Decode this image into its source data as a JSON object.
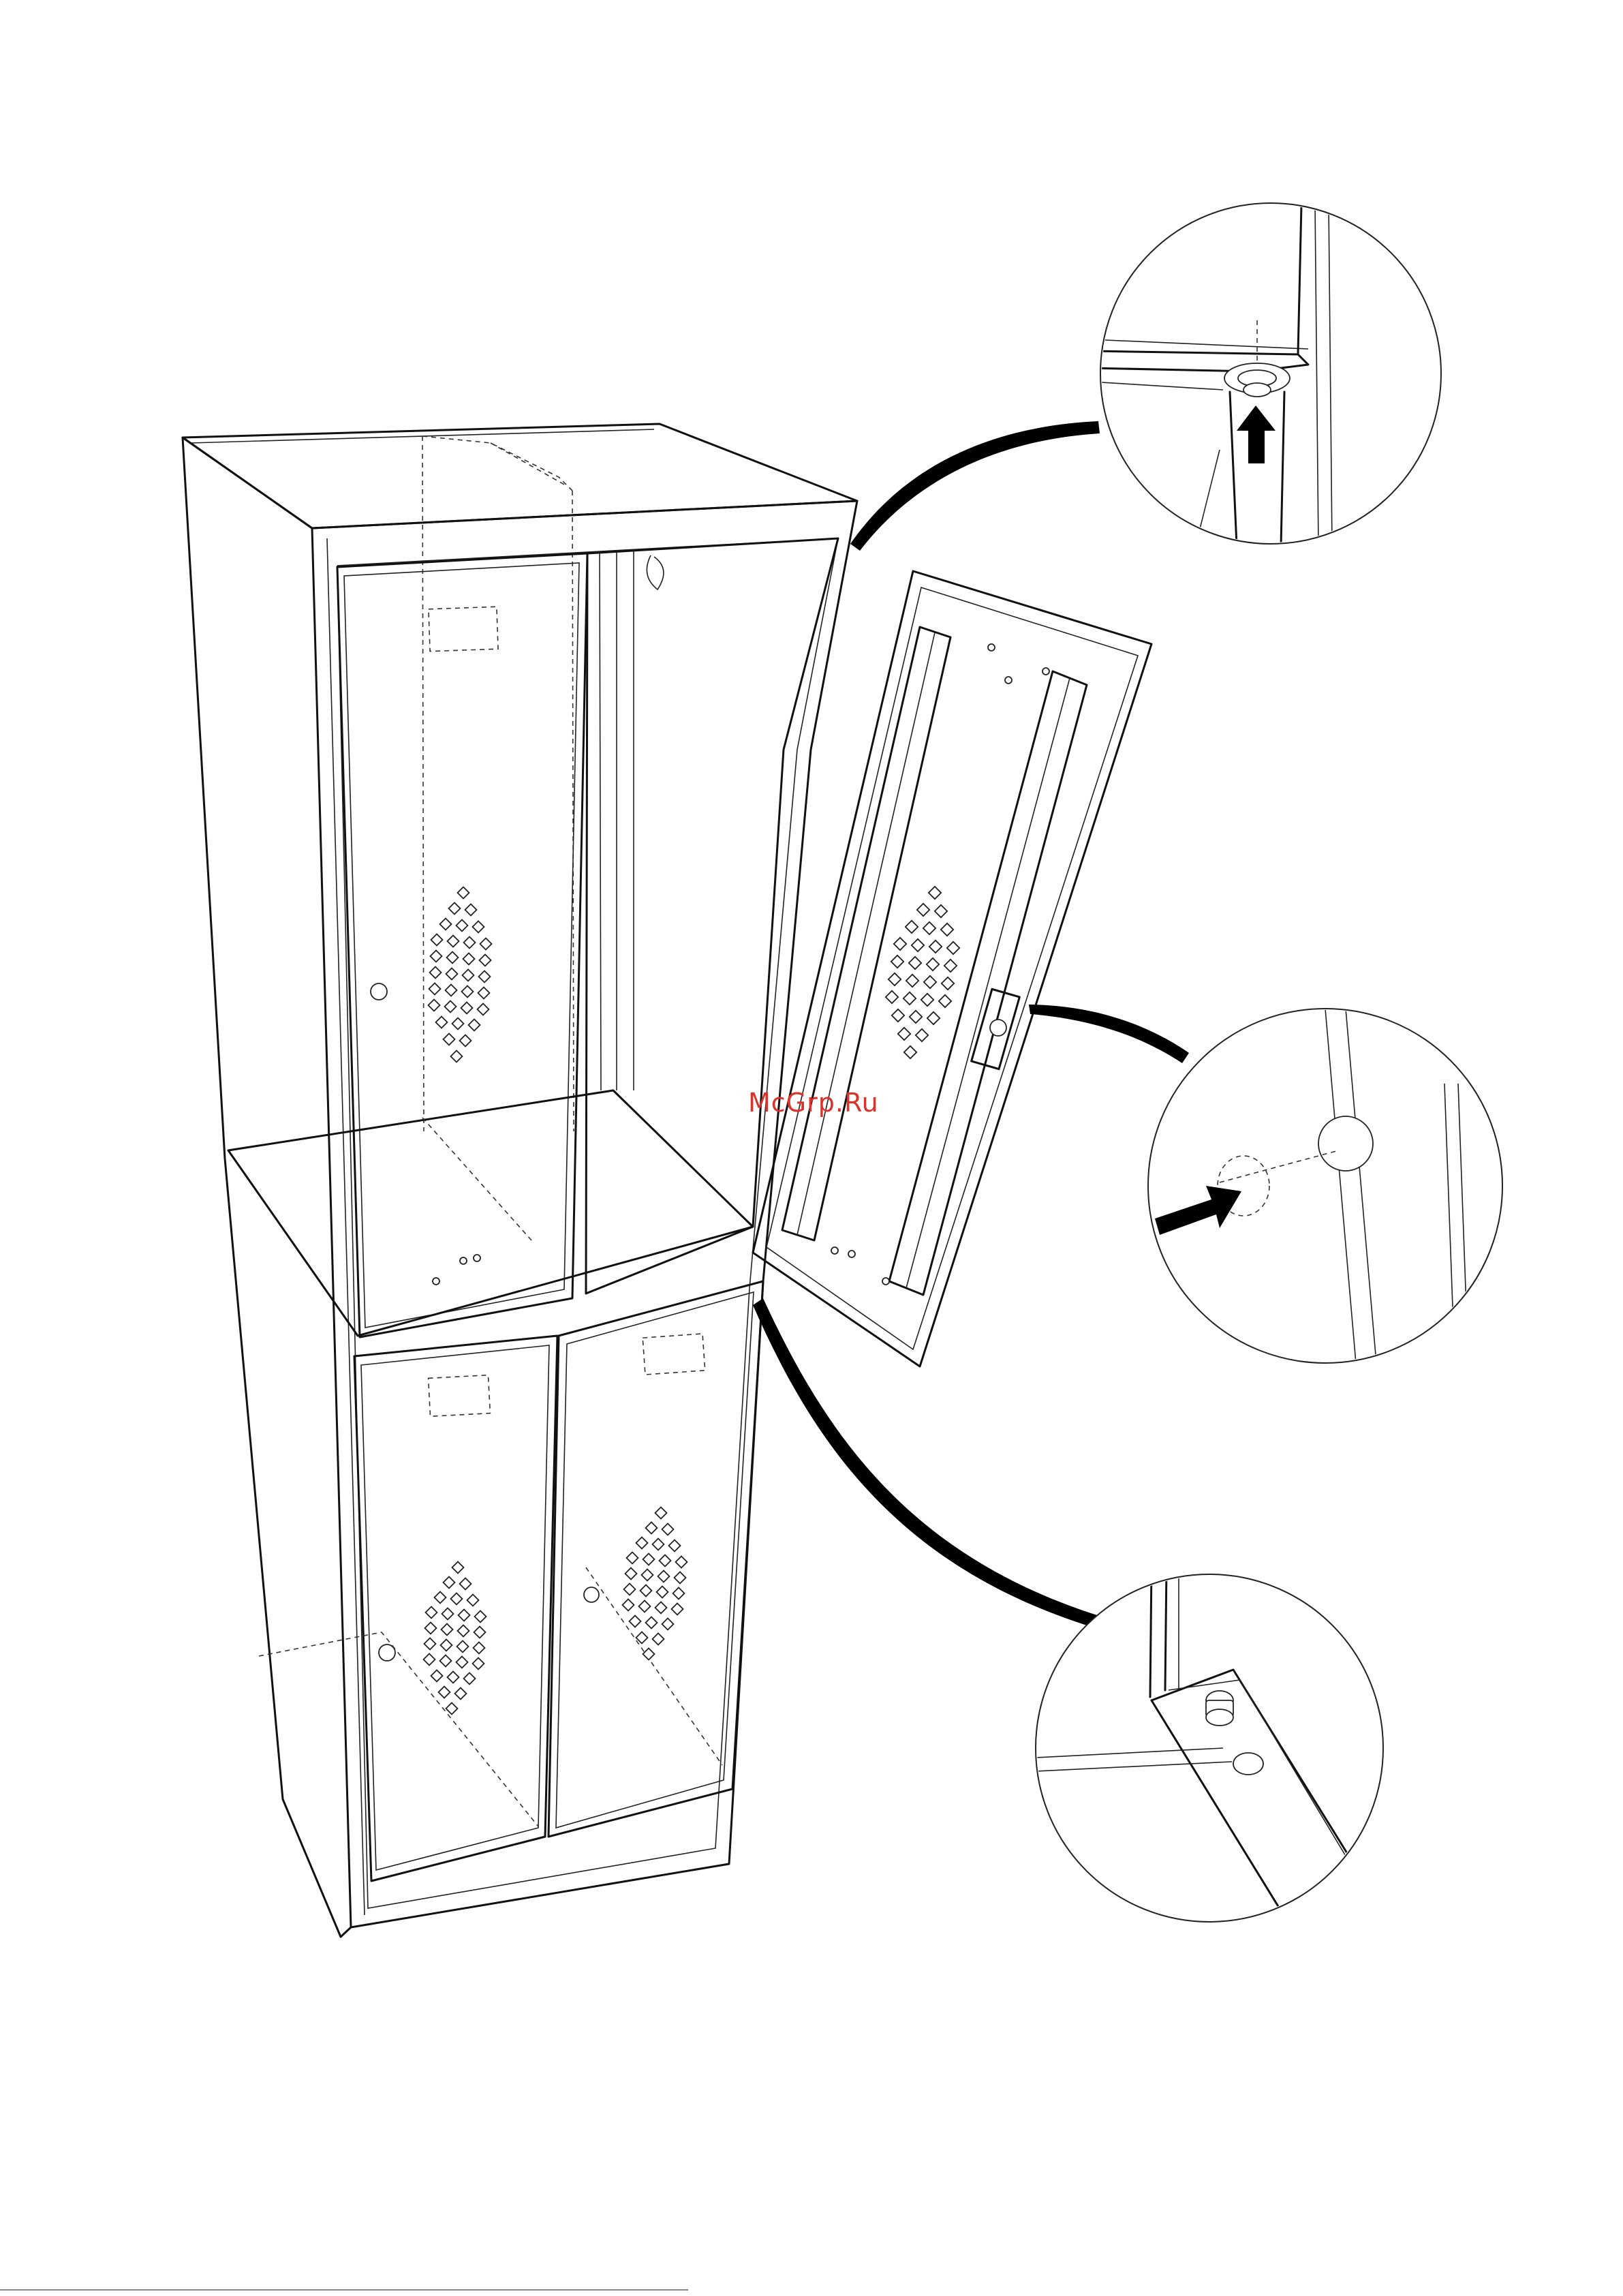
{
  "watermark": "McGrp.Ru",
  "colors": {
    "watermark": "#d6342c",
    "line": "#111111"
  },
  "icons": {
    "arrow_top_detail": "up-arrow",
    "arrow_middle_detail": "right-arrow"
  }
}
